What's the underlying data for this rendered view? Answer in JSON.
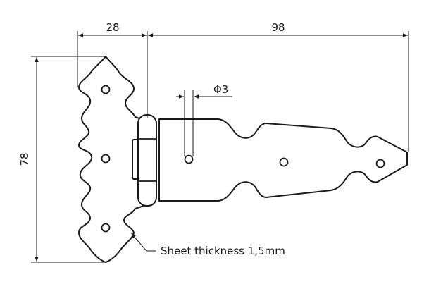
{
  "dimensions": {
    "leaf_width": "28",
    "strap_length": "98",
    "height": "78",
    "hole_diameter": "Φ3"
  },
  "notes": {
    "sheet_thickness": "Sheet thickness 1,5mm"
  }
}
